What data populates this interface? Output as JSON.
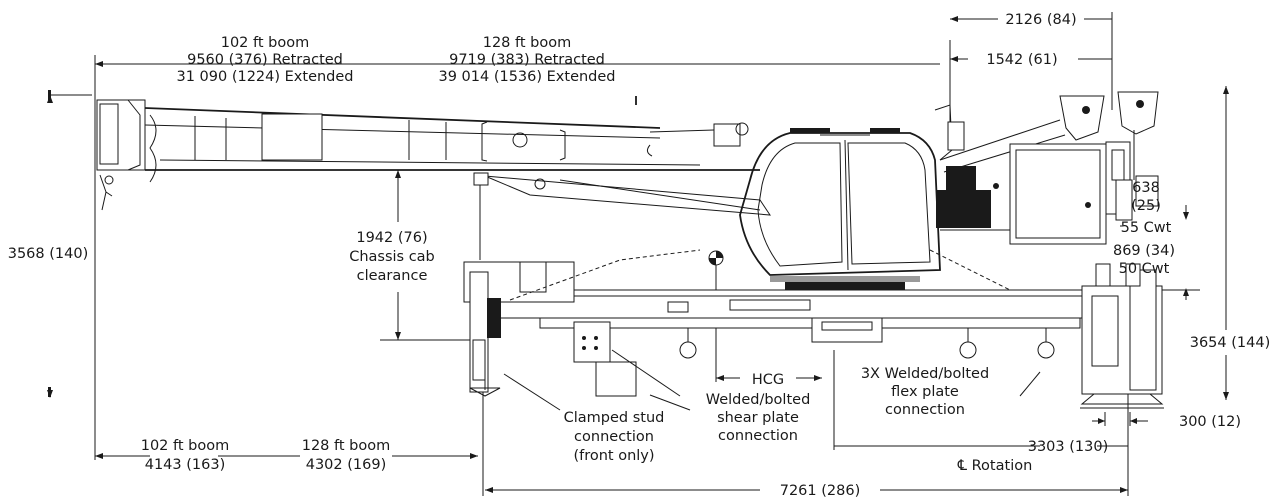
{
  "labels": {
    "boom102_top_1": "102 ft boom",
    "boom102_top_2": "9560 (376) Retracted",
    "boom102_top_3": "31 090 (1224) Extended",
    "boom128_top_1": "128 ft boom",
    "boom128_top_2": "9719 (383) Retracted",
    "boom128_top_3": "39 014 (1536) Extended",
    "dim_2126": "2126 (84)",
    "dim_1542": "1542 (61)",
    "dim_3568": "3568 (140)",
    "clearance_1": "1942 (76)",
    "clearance_2": "Chassis cab",
    "clearance_3": "clearance",
    "dim_638_1": "638",
    "dim_638_2": "(25)",
    "cwt55": "55 Cwt",
    "dim_869": "869 (34)",
    "cwt50": "50 Cwt",
    "dim_3654": "3654 (144)",
    "hcg": "HCG",
    "flex_1": "3X Welded/bolted",
    "flex_2": "flex plate",
    "flex_3": "connection",
    "shear_1": "Welded/bolted",
    "shear_2": "shear plate",
    "shear_3": "connection",
    "stud_1": "Clamped stud",
    "stud_2": "connection",
    "stud_3": "(front only)",
    "dim_300": "300 (12)",
    "boom102_bot_1": "102 ft boom",
    "boom102_bot_2": "4143 (163)",
    "boom128_bot_1": "128 ft boom",
    "boom128_bot_2": "4302 (169)",
    "dim_3303": "3303 (130)",
    "rotation": "℄ Rotation",
    "dim_7261": "7261 (286)"
  }
}
